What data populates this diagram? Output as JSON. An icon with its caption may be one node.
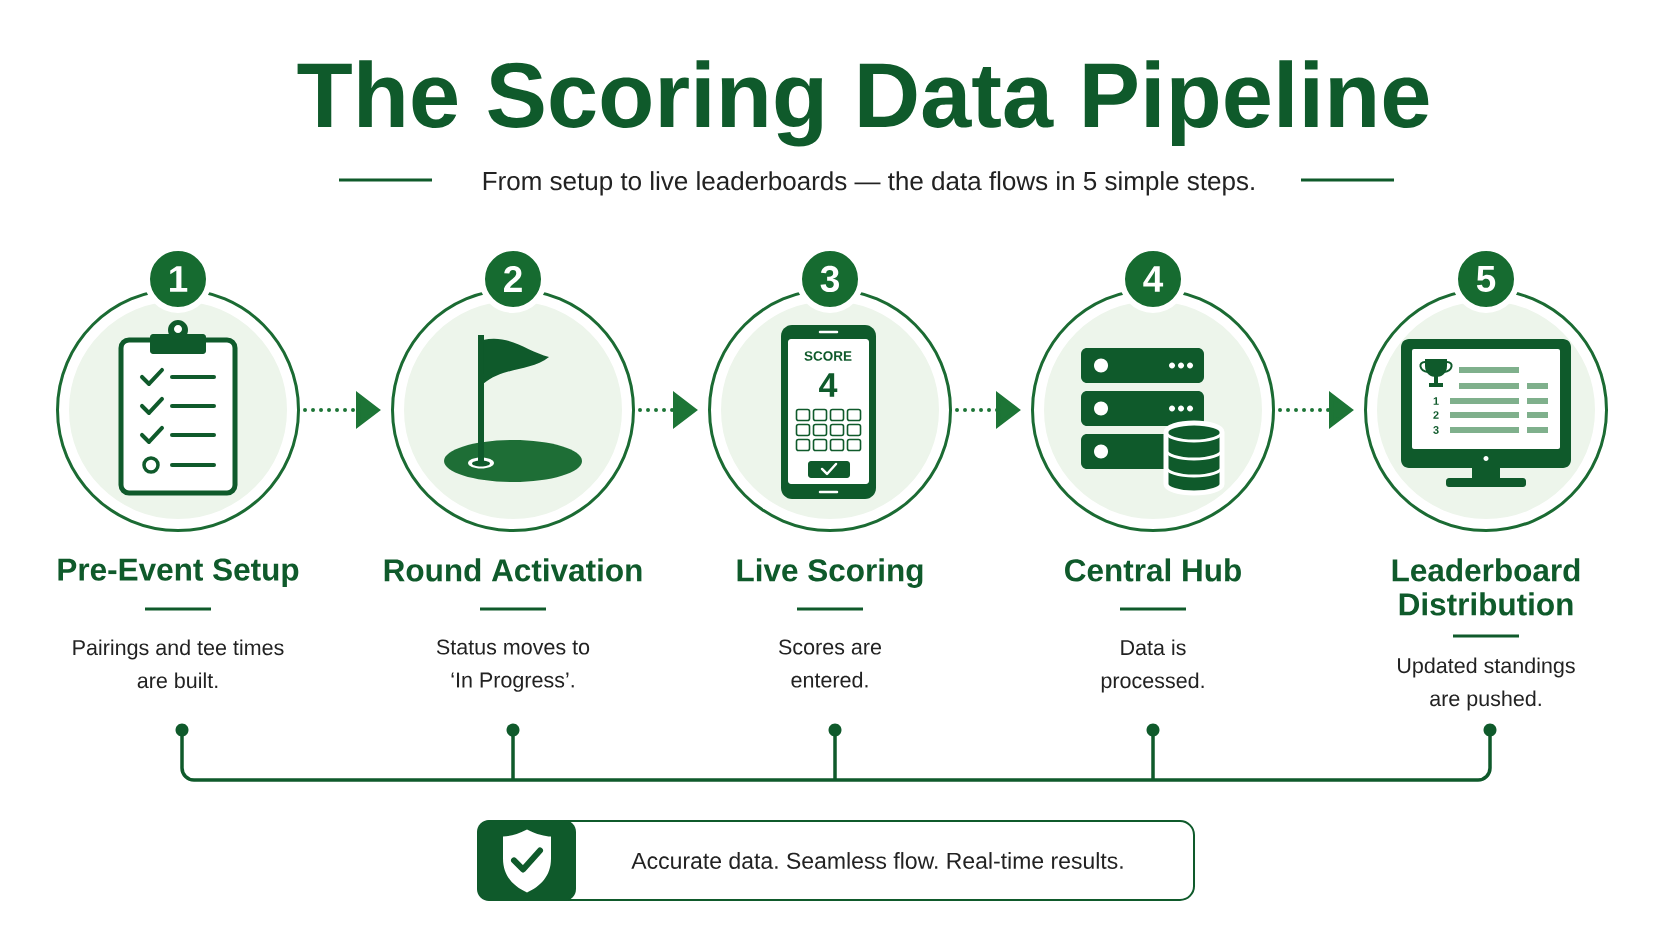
{
  "diagram": {
    "title": "The Scoring Data Pipeline",
    "nodes": [
      {
        "text": [
          "1",
          "Pre-Event Setup",
          "Pairings and tee times are built."
        ]
      },
      {
        "text": [
          "2",
          "Round Activation",
          "Status moves to ‘In Progress’."
        ]
      },
      {
        "text": [
          "3",
          "Live Scoring",
          "Scores are entered."
        ]
      },
      {
        "text": [
          "4",
          "Central Hub",
          "Data is processed."
        ]
      },
      {
        "text": [
          "5",
          "Leaderboard Distribution",
          "Updated standings are pushed."
        ]
      },
      {
        "text": [
          "Accurate data. Seamless flow. Real-time results."
        ]
      }
    ],
    "edges": [
      {
        "from": 0,
        "to": 1,
        "arrow": "to",
        "style": "dashed"
      },
      {
        "from": 1,
        "to": 2,
        "arrow": "to",
        "style": "dashed"
      },
      {
        "from": 2,
        "to": 3,
        "arrow": "to",
        "style": "dashed"
      },
      {
        "from": 3,
        "to": 4,
        "arrow": "to",
        "style": "dashed"
      }
    ],
    "labels": [
      "From setup to live leaderboards — the data flows in 5 simple steps.",
      "SCORE",
      "4",
      "1",
      "2",
      "3"
    ]
  }
}
